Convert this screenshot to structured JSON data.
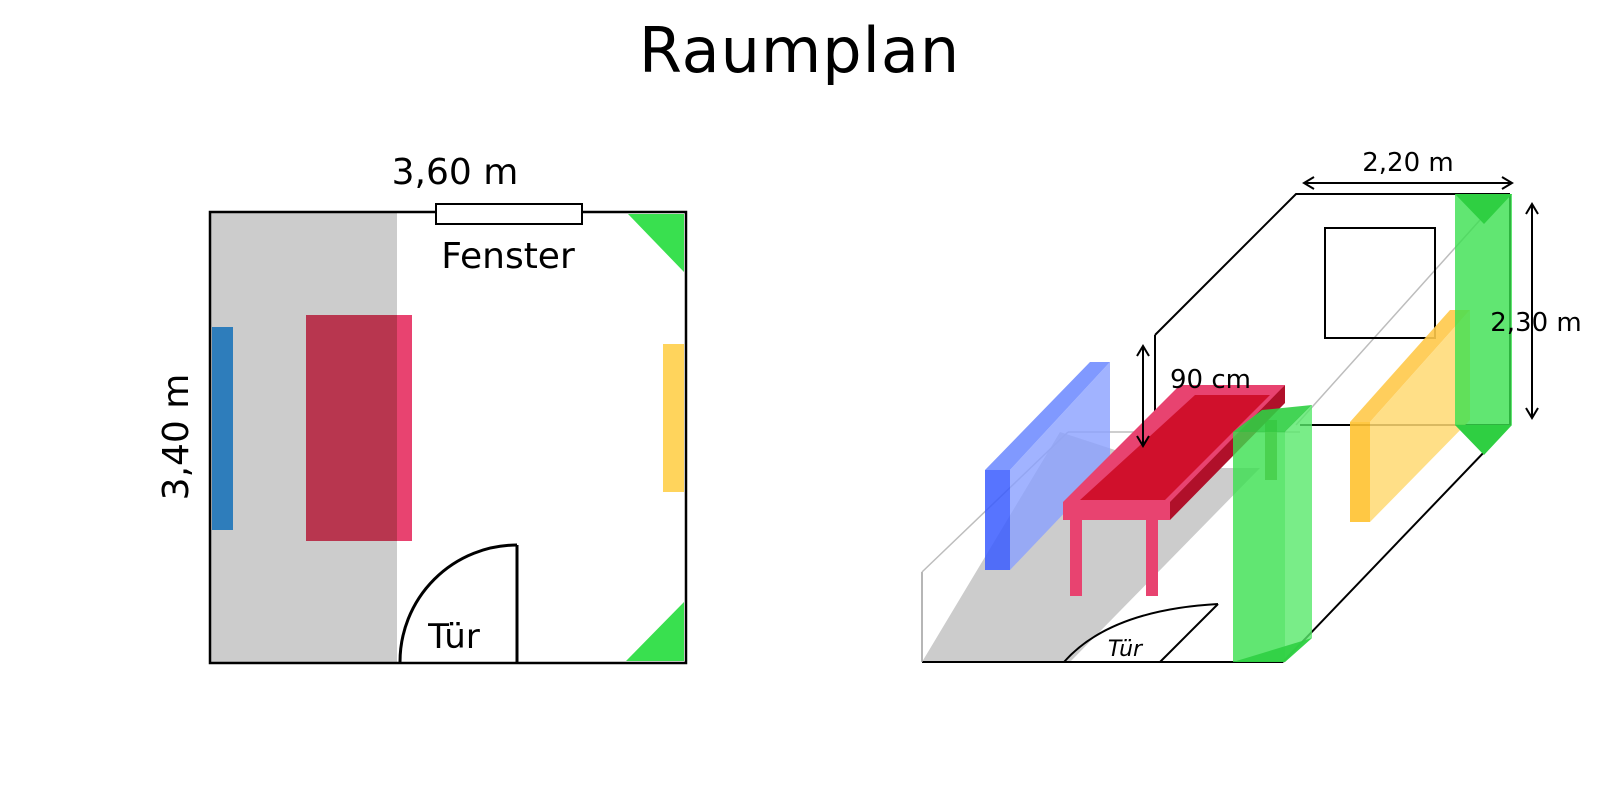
{
  "title": "Raumplan",
  "floor_plan": {
    "width_label": "3,60 m",
    "height_label": "3,40 m",
    "window_label": "Fenster",
    "door_label": "Tür"
  },
  "perspective": {
    "depth_label": "2,20 m",
    "height_label": "2,30 m",
    "table_height_label": "90 cm",
    "door_label": "Tür"
  },
  "colors": {
    "floor_gray": "#cccccc",
    "blue_furniture": "#2e7dbb",
    "blue_3d": "#6f8cff",
    "table_red": "#c0304f",
    "table_pink": "#e84370",
    "table_red_3d": "#d0102c",
    "yellow": "#ffd45c",
    "green": "#39e04f"
  }
}
